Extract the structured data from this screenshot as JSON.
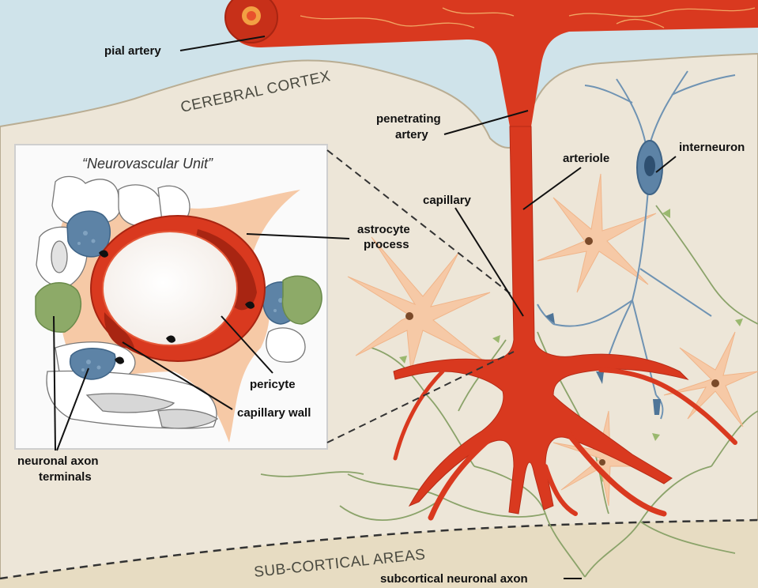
{
  "regions": {
    "cortex": "CEREBRAL CORTEX",
    "subcortex": "SUB-CORTICAL AREAS"
  },
  "inset": {
    "title": "“Neurovascular Unit”"
  },
  "labels": {
    "pial_artery": "pial artery",
    "penetrating_artery_1": "penetrating",
    "penetrating_artery_2": "artery",
    "arteriole": "arteriole",
    "interneuron": "interneuron",
    "capillary": "capillary",
    "astrocyte_1": "astrocyte",
    "astrocyte_2": "process",
    "pericyte": "pericyte",
    "capillary_wall": "capillary wall",
    "axon_terminals_1": "neuronal axon",
    "axon_terminals_2": "terminals",
    "subcortical_axon": "subcortical neuronal axon"
  },
  "colors": {
    "meninges": "#cfe3ea",
    "cortex": "#ede6d8",
    "subcortex": "#e7dcc2",
    "artery": "#d9391f",
    "artery_dark": "#a82512",
    "astrocyte": "#f6c9a6",
    "neuron_blue": "#5d83a6",
    "axon_green": "#7d9a5e"
  }
}
